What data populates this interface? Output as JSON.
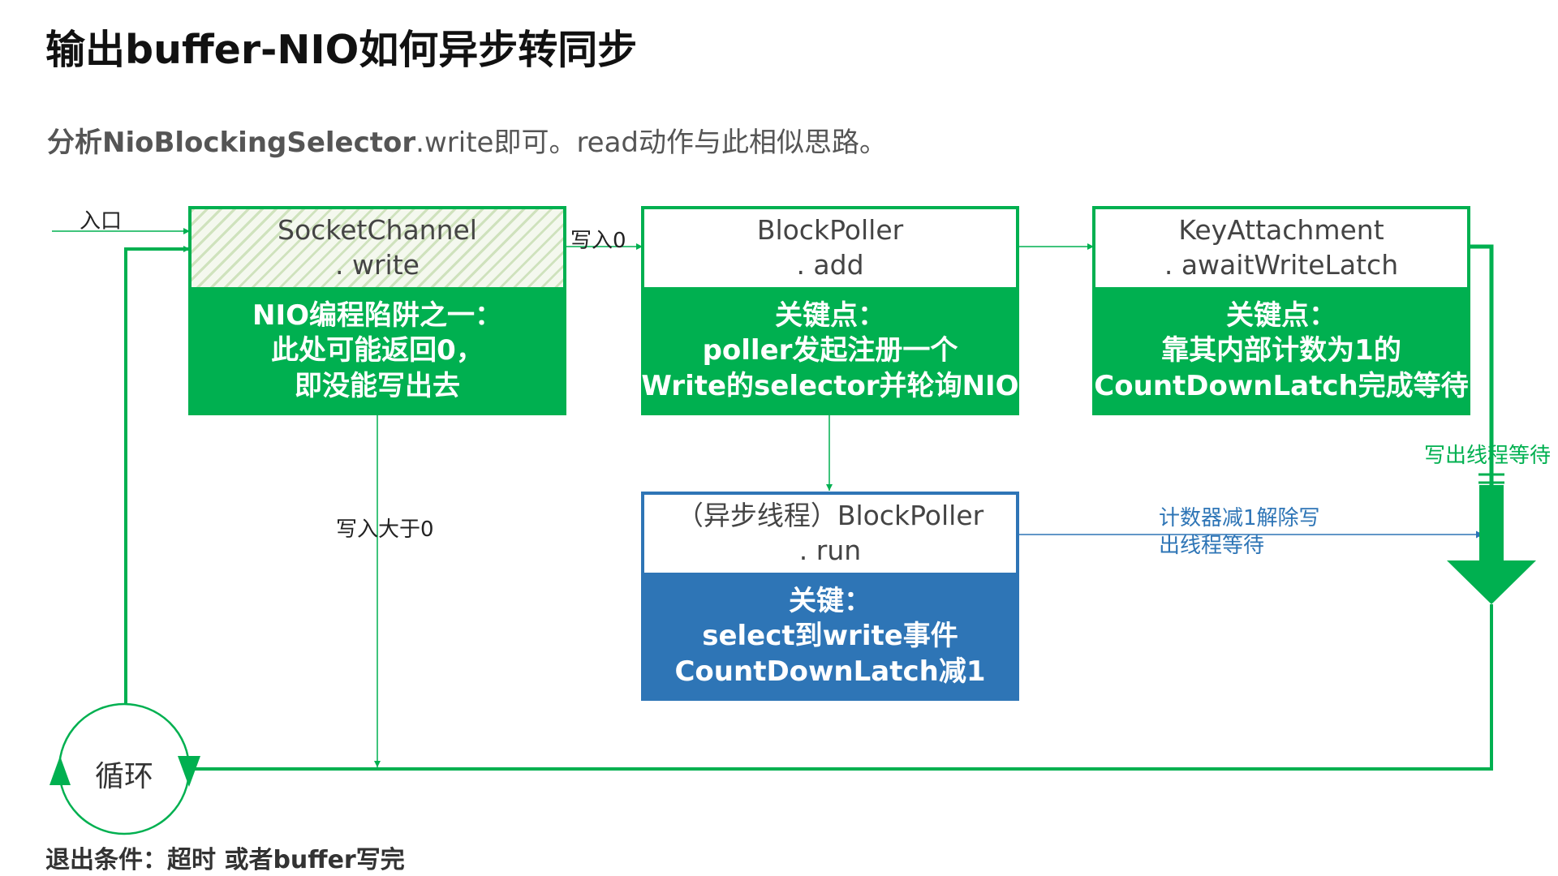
{
  "title": "输出buffer-NIO如何异步转同步",
  "subtitle": {
    "class_name": "分析NioBlockingSelector",
    "rest": ".write即可。read动作与此相似思路。"
  },
  "nodes": {
    "socket_channel": {
      "title": "SocketChannel",
      "method": ". write",
      "lines": [
        "NIO编程陷阱之一：",
        "此处可能返回0，",
        "即没能写出去"
      ]
    },
    "block_poller_add": {
      "title": "BlockPoller",
      "method": ". add",
      "lines": [
        "关键点：",
        "poller发起注册一个",
        "Write的selector并轮询NIO"
      ]
    },
    "key_attachment": {
      "title": "KeyAttachment",
      "method": ". awaitWriteLatch",
      "lines": [
        "关键点：",
        "靠其内部计数为1的",
        "CountDownLatch完成等待"
      ]
    },
    "block_poller_run": {
      "title": "（异步线程）BlockPoller",
      "method": ". run",
      "lines": [
        "关键：",
        "select到write事件",
        "CountDownLatch减1"
      ]
    }
  },
  "edges": {
    "entry": "入口",
    "write_zero": "写入0",
    "write_gt_zero": "写入大于0",
    "countdown": [
      "计数器减1解除写",
      "出线程等待"
    ],
    "wait": "写出线程等待"
  },
  "loop": "循环",
  "footer": "退出条件：超时 或者buffer写完",
  "colors": {
    "green": "#00b050",
    "blue": "#2e75b6",
    "text": "#222222"
  }
}
